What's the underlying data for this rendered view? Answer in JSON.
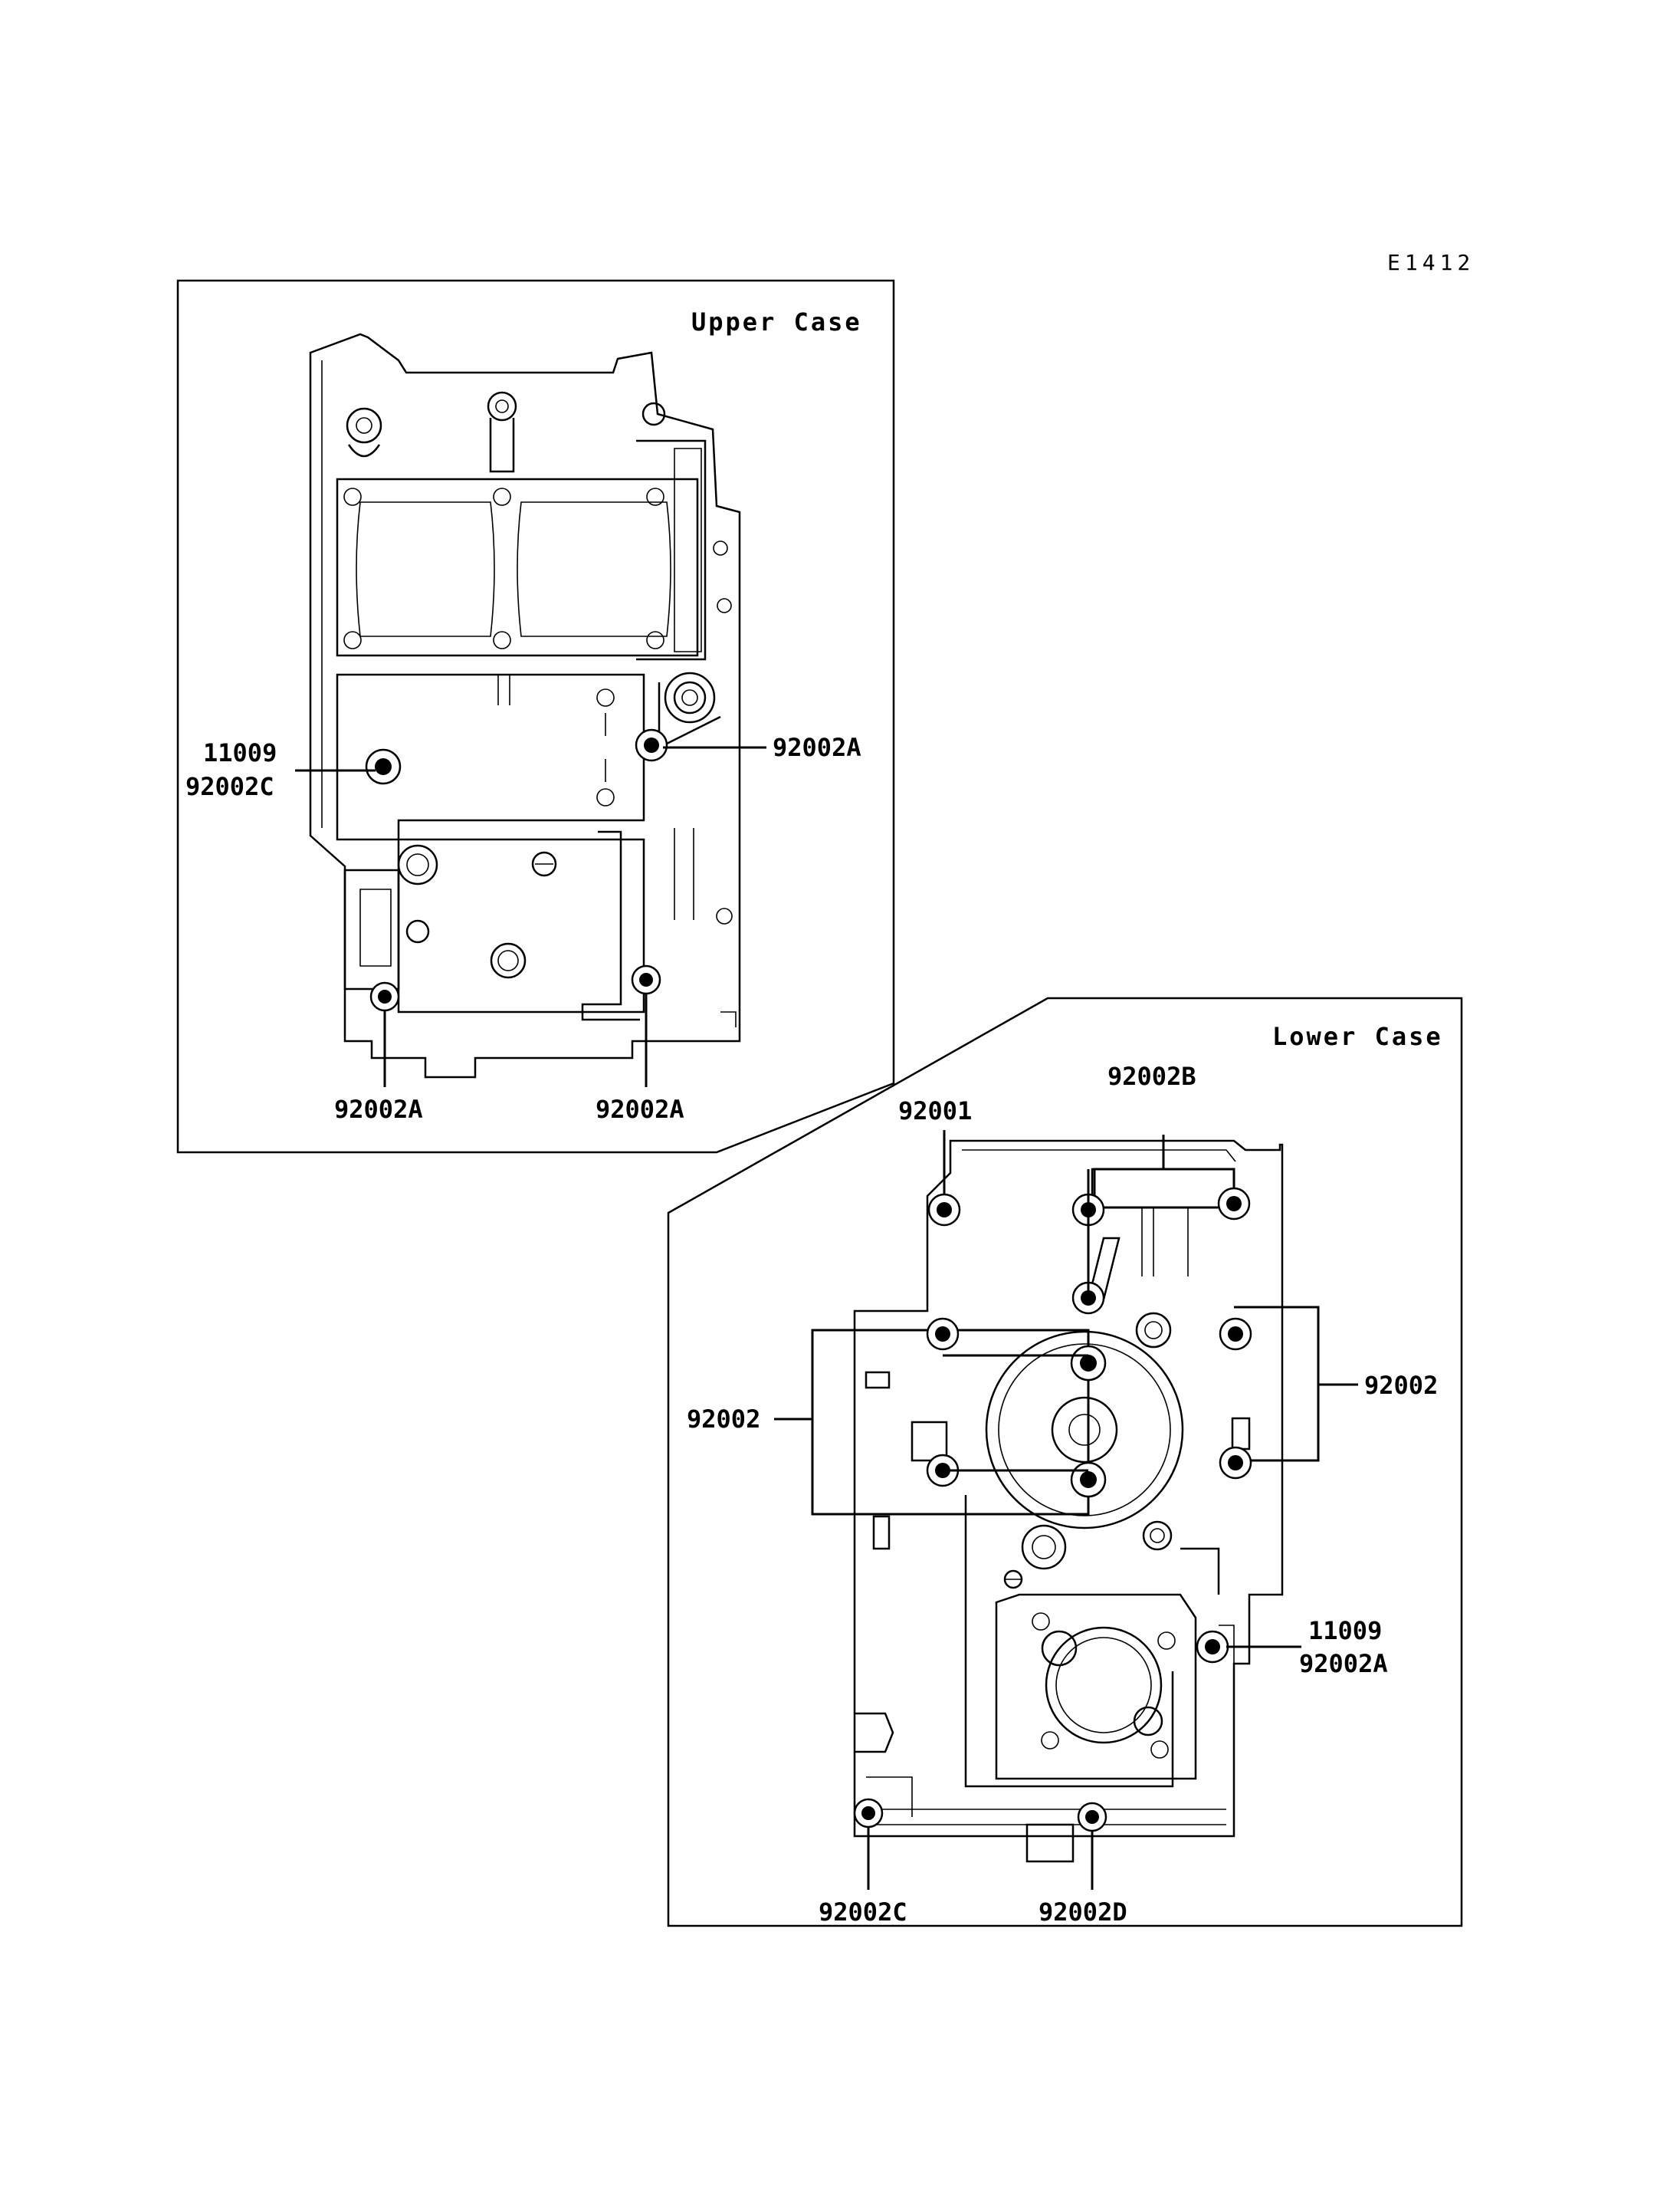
{
  "figure_code": "E1412",
  "upper_case": {
    "title": "Upper Case",
    "labels": {
      "ul1_a": "11009",
      "ul1_b": "92002C",
      "ul2": "92002A",
      "ul3": "92002A",
      "ul4": "92002A"
    }
  },
  "lower_case": {
    "title": "Lower Case",
    "labels": {
      "ll_92002b": "92002B",
      "ll_92001": "92001",
      "ll_92002_right": "92002",
      "ll_92002_left": "92002",
      "ll_11009": "11009",
      "ll_92002a": "92002A",
      "ll_92002c": "92002C",
      "ll_92002d": "92002D"
    }
  },
  "colors": {
    "ink": "#000000",
    "paper": "#ffffff"
  }
}
